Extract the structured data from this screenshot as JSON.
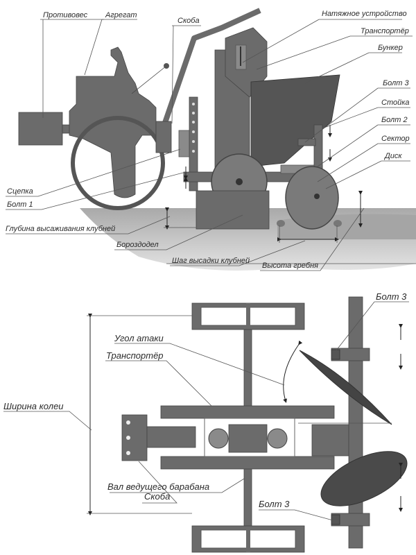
{
  "side_view": {
    "title": "Картофелесажалка — вид сбоку",
    "labels": {
      "counterweight": "Противовес",
      "unit": "Агрегат",
      "bracket": "Скоба",
      "tensioner": "Натяжное устройство",
      "conveyor": "Транспортёр",
      "hopper": "Бункер",
      "bolt3": "Болт 3",
      "post": "Стойка",
      "bolt2": "Болт 2",
      "sector": "Сектор",
      "disc": "Диск",
      "hitch": "Сцепка",
      "bolt1": "Болт 1",
      "planting_depth": "Глубина высаживания клубней",
      "furrower": "Бороздодел",
      "planting_step": "Шаг высадки клубней",
      "ridge_height": "Высота гребня"
    }
  },
  "top_view": {
    "title": "Картофелесажалка — вид сверху",
    "labels": {
      "bolt3_top": "Болт 3",
      "attack_angle": "Угол атаки",
      "conveyor": "Транспортёр",
      "track_width": "Ширина колеи",
      "bracket": "Скоба",
      "bolt3_bottom": "Болт 3",
      "drive_drum_shaft": "Вал ведущего барабана"
    }
  },
  "colors": {
    "metal": "#6b6b6b",
    "metal_dark": "#555555",
    "ground": "#bdbdbd",
    "text": "#2a2a2a"
  }
}
